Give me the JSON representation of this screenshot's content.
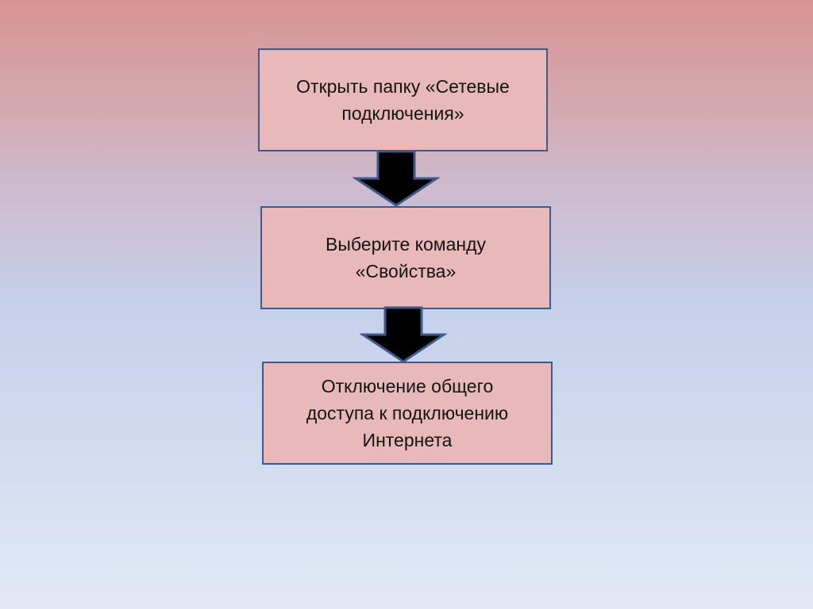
{
  "steps": [
    {
      "text": "Открыть папку «Сетевые\nподключения»"
    },
    {
      "text": "Выберите команду\n«Свойства»"
    },
    {
      "text": "Отключение общего\nдоступа к подключению\nИнтернета"
    }
  ],
  "colors": {
    "box_fill": "#e8b9b8",
    "box_border": "#3d5a8a",
    "arrow_fill": "#000000",
    "arrow_stroke": "#3d5a8a"
  },
  "icons": {
    "connector": "down-arrow-icon"
  }
}
